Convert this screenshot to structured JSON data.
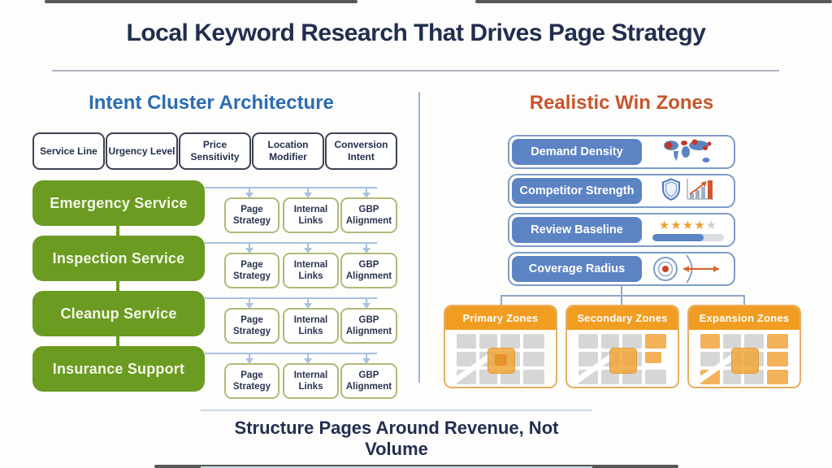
{
  "header": {
    "title": "Local Keyword Research That Drives Page Strategy"
  },
  "left_panel": {
    "heading": "Intent Cluster Architecture",
    "intent_pills": [
      "Service Line",
      "Urgency Level",
      "Price Sensitivity",
      "Location Modifier",
      "Conversion Intent"
    ],
    "service_clusters": [
      "Emergency Service",
      "Inspection Service",
      "Cleanup Service",
      "Insurance Support"
    ],
    "cluster_outputs": [
      "Page Strategy",
      "Internal Links",
      "GBP Alignment"
    ]
  },
  "right_panel": {
    "heading": "Realistic Win Zones",
    "factor_rows": [
      {
        "label": "Demand Density",
        "icon": "world-map-icon"
      },
      {
        "label": "Competitor Strength",
        "icon": "shield-icon, bar-chart-icon"
      },
      {
        "label": "Review Baseline",
        "icon": "star-rating-icon, progress-bar",
        "rating_filled": 4,
        "rating_total": 5,
        "stars_filled_text": "★★★★",
        "stars_empty_text": "★",
        "progress_style": "width:72%"
      },
      {
        "label": "Coverage Radius",
        "icon": "target-radius-icon"
      }
    ],
    "zone_cards": [
      {
        "label": "Primary Zones"
      },
      {
        "label": "Secondary Zones"
      },
      {
        "label": "Expansion Zones"
      }
    ]
  },
  "footer": {
    "banner": "Structure Pages Around Revenue, Not Volume"
  },
  "colors": {
    "title_navy": "#232f4e",
    "left_heading_blue": "#2b6cb3",
    "right_heading_orange": "#c8552b",
    "cluster_green": "#6b9b21",
    "row_label_blue": "#5c84c4",
    "zone_header_orange": "#f09d22",
    "connector_blue": "#a8c1de",
    "star_orange": "#eaa233"
  }
}
